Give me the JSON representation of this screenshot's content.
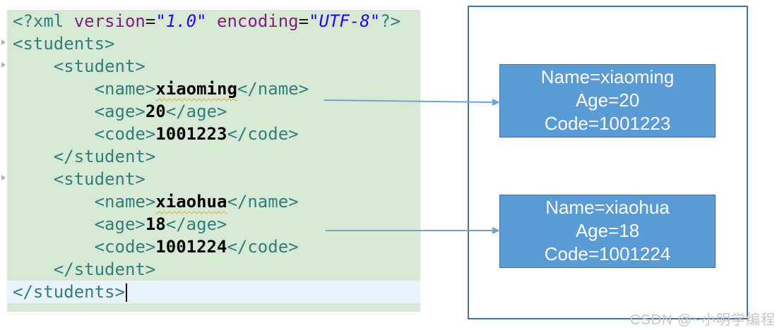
{
  "editor": {
    "background": "#d7e9d4",
    "current_line_background": "#e9f1fb",
    "token_colors": {
      "tag": "#2f7f7f",
      "attr": "#7f2080",
      "string": "#2a00ff",
      "text": "#000000",
      "plain": "#1a1a1a"
    },
    "squiggle_color": "#e8a33d",
    "fold_marker_lines": [
      2,
      3,
      8
    ],
    "lines": [
      {
        "tokens": [
          {
            "t": "tag",
            "v": "<?xml "
          },
          {
            "t": "attr",
            "v": "version"
          },
          {
            "t": "plain",
            "v": "="
          },
          {
            "t": "string",
            "v": "\"1.0\""
          },
          {
            "t": "plain",
            "v": " "
          },
          {
            "t": "attr",
            "v": "encoding"
          },
          {
            "t": "plain",
            "v": "="
          },
          {
            "t": "string",
            "v": "\"UTF-8\""
          },
          {
            "t": "tag",
            "v": "?>"
          }
        ]
      },
      {
        "tokens": [
          {
            "t": "tag",
            "v": "<students>"
          }
        ]
      },
      {
        "tokens": [
          {
            "t": "plain",
            "v": "    "
          },
          {
            "t": "tag",
            "v": "<student>"
          }
        ]
      },
      {
        "tokens": [
          {
            "t": "plain",
            "v": "        "
          },
          {
            "t": "tag",
            "v": "<name>"
          },
          {
            "t": "text",
            "v": "xiaoming",
            "s": true
          },
          {
            "t": "tag",
            "v": "</name>"
          }
        ]
      },
      {
        "tokens": [
          {
            "t": "plain",
            "v": "        "
          },
          {
            "t": "tag",
            "v": "<age>"
          },
          {
            "t": "text",
            "v": "20"
          },
          {
            "t": "tag",
            "v": "</age>"
          }
        ]
      },
      {
        "tokens": [
          {
            "t": "plain",
            "v": "        "
          },
          {
            "t": "tag",
            "v": "<code>"
          },
          {
            "t": "text",
            "v": "1001223"
          },
          {
            "t": "tag",
            "v": "</code>"
          }
        ]
      },
      {
        "tokens": [
          {
            "t": "plain",
            "v": "    "
          },
          {
            "t": "tag",
            "v": "</student>"
          }
        ]
      },
      {
        "tokens": [
          {
            "t": "plain",
            "v": "    "
          },
          {
            "t": "tag",
            "v": "<student>"
          }
        ]
      },
      {
        "tokens": [
          {
            "t": "plain",
            "v": "        "
          },
          {
            "t": "tag",
            "v": "<name>"
          },
          {
            "t": "text",
            "v": "xiaohua",
            "s": true
          },
          {
            "t": "tag",
            "v": "</name>"
          }
        ]
      },
      {
        "tokens": [
          {
            "t": "plain",
            "v": "        "
          },
          {
            "t": "tag",
            "v": "<age>"
          },
          {
            "t": "text",
            "v": "18"
          },
          {
            "t": "tag",
            "v": "</age>"
          }
        ]
      },
      {
        "tokens": [
          {
            "t": "plain",
            "v": "        "
          },
          {
            "t": "tag",
            "v": "<code>"
          },
          {
            "t": "text",
            "v": "1001224"
          },
          {
            "t": "tag",
            "v": "</code>"
          }
        ]
      },
      {
        "tokens": [
          {
            "t": "plain",
            "v": "    "
          },
          {
            "t": "tag",
            "v": "</student>"
          }
        ]
      },
      {
        "tokens": [
          {
            "t": "tag",
            "v": "</students>"
          }
        ]
      }
    ]
  },
  "diagram": {
    "frame_border_color": "#3f72a8",
    "box_fill": "#5b9bd5",
    "box_border": "#41719c",
    "box_text_color": "#ffffff",
    "arrow_color": "#6fa3d9",
    "boxes": [
      {
        "name": "student-box-xiaoming",
        "lines": [
          "Name=xiaoming",
          "Age=20",
          "Code=1001223"
        ]
      },
      {
        "name": "student-box-xiaohua",
        "lines": [
          "Name=xiaohua",
          "Age=18",
          "Code=1001224"
        ]
      }
    ]
  },
  "watermark": {
    "text": "CSDN @~小明学编程",
    "color": "#c6c6c6"
  }
}
